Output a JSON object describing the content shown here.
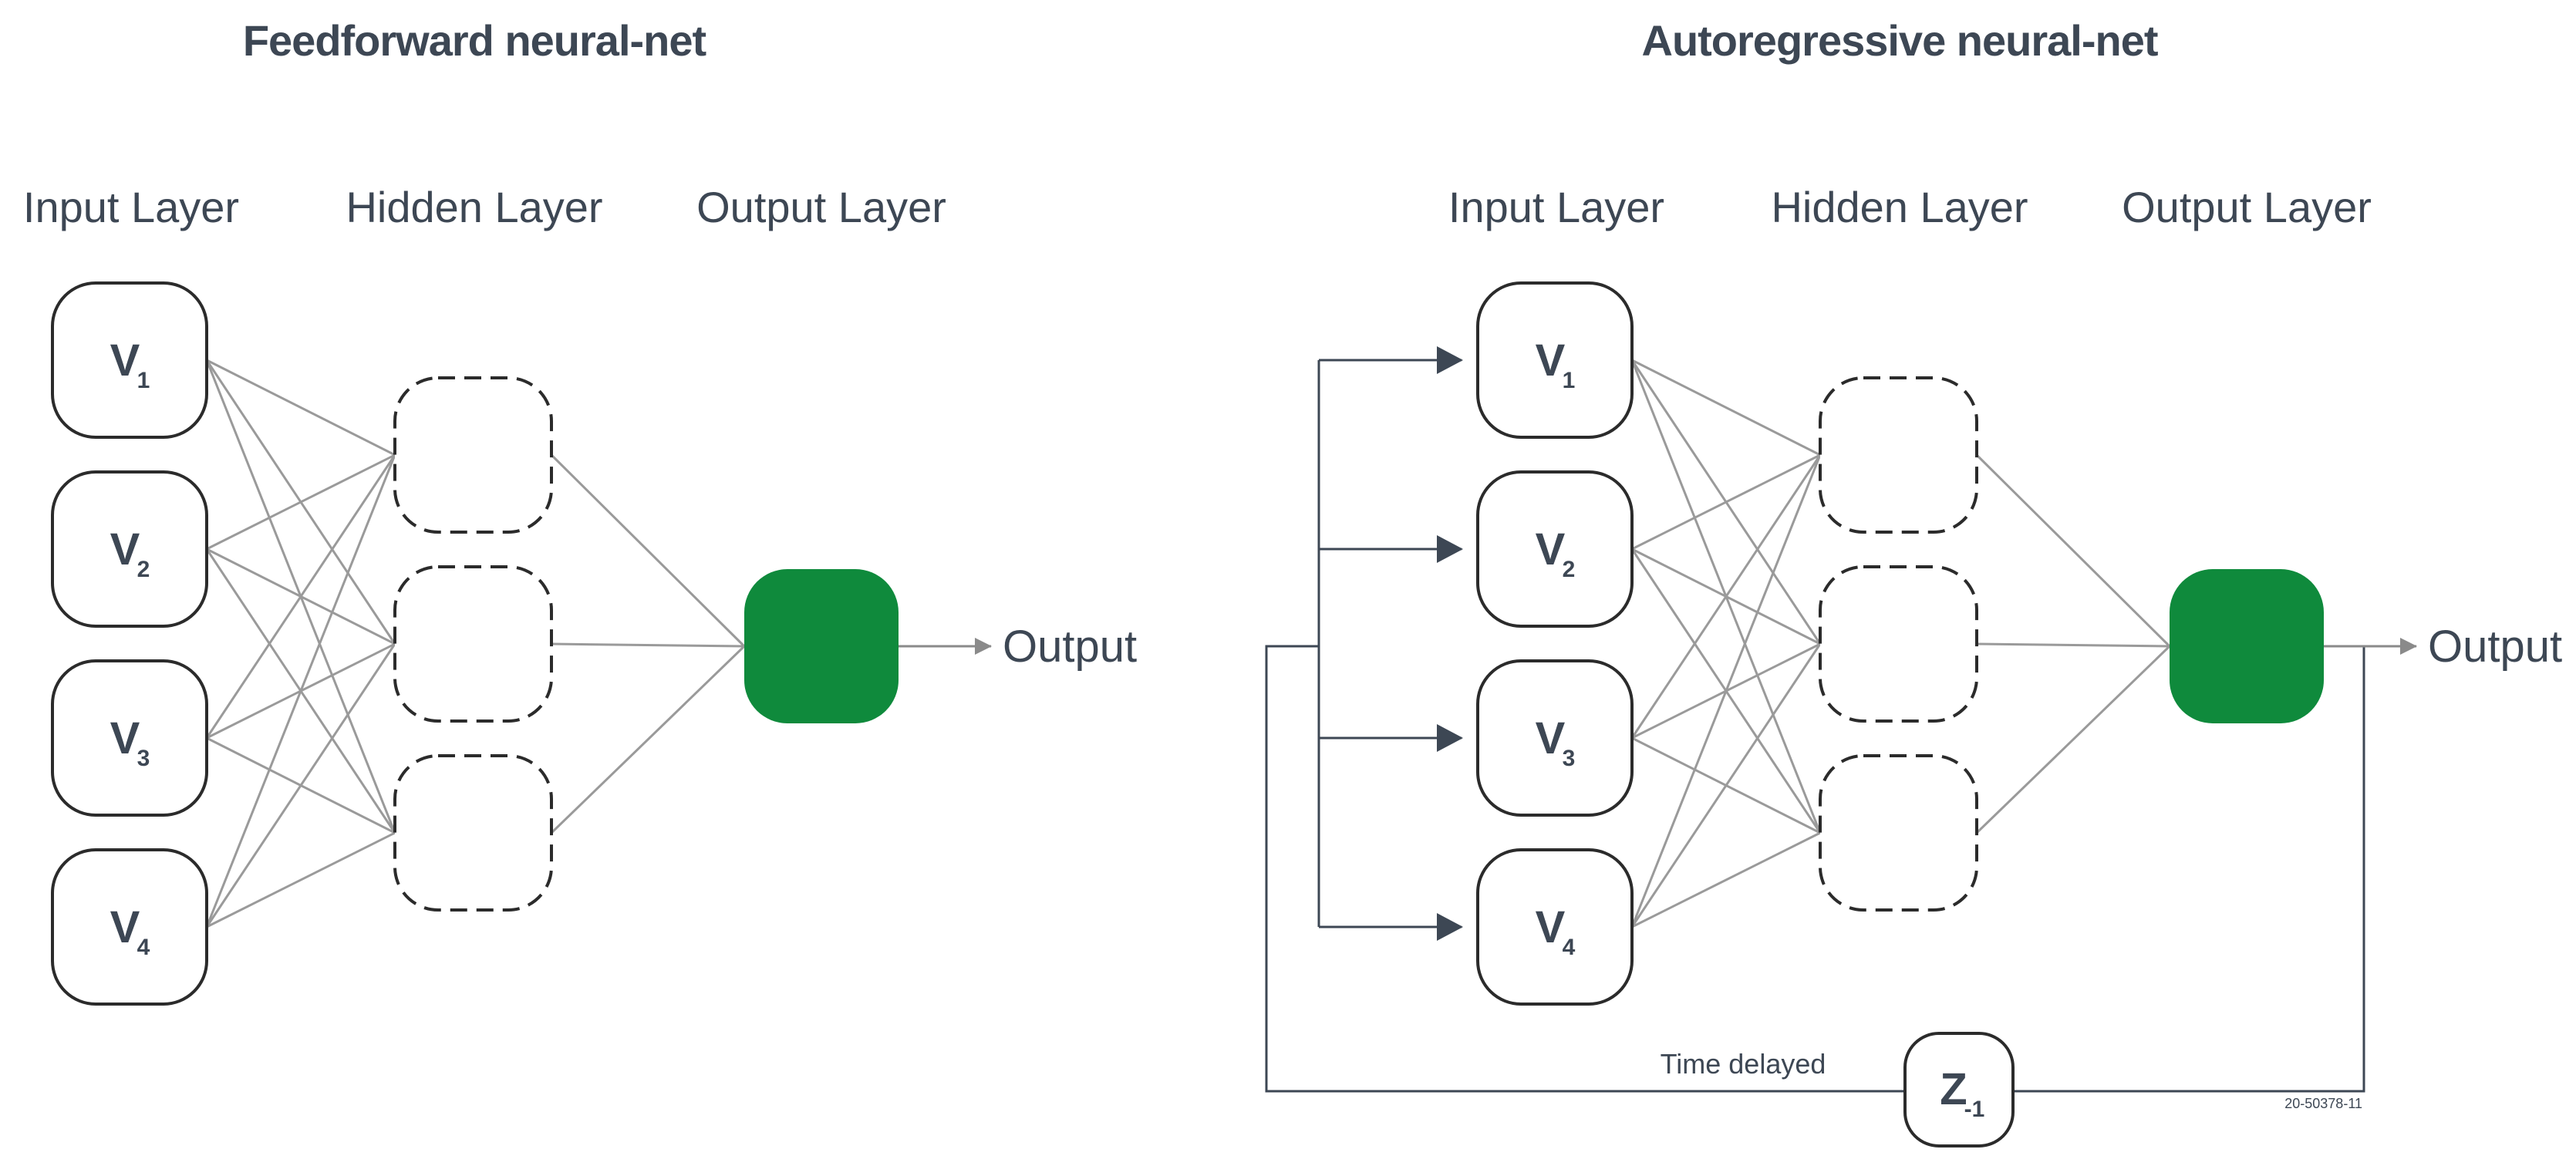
{
  "colors": {
    "text": "#3d4754",
    "output_node": "#0f8a3c",
    "connection": "#9a9a9a",
    "node_border": "#2b2b2b"
  },
  "feedforward": {
    "title": "Feedforward neural-net",
    "input_layer_label": "Input Layer",
    "hidden_layer_label": "Hidden Layer",
    "output_layer_label": "Output Layer",
    "inputs": [
      {
        "main": "V",
        "sub": "1"
      },
      {
        "main": "V",
        "sub": "2"
      },
      {
        "main": "V",
        "sub": "3"
      },
      {
        "main": "V",
        "sub": "4"
      }
    ],
    "output_label": "Output"
  },
  "autoregressive": {
    "title": "Autoregressive neural-net",
    "input_layer_label": "Input Layer",
    "hidden_layer_label": "Hidden Layer",
    "output_layer_label": "Output Layer",
    "inputs": [
      {
        "main": "V",
        "sub": "1"
      },
      {
        "main": "V",
        "sub": "2"
      },
      {
        "main": "V",
        "sub": "3"
      },
      {
        "main": "V",
        "sub": "4"
      }
    ],
    "output_label": "Output",
    "delay_label": "Time delayed",
    "delay_node": {
      "main": "Z",
      "sub": "-1"
    },
    "ref_code": "20-50378-11"
  }
}
